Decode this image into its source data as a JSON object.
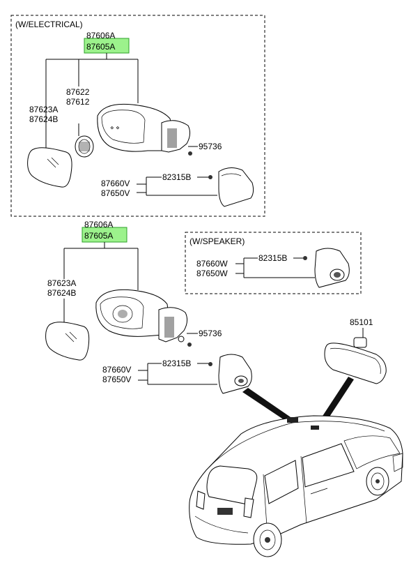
{
  "sections": {
    "electrical": {
      "title": "(W/ELECTRICAL)",
      "assembly_top": "87606A",
      "assembly_main": "87605A",
      "glass_a": "87623A",
      "glass_b": "87624B",
      "actuator_a": "87622",
      "actuator_b": "87612",
      "screw": "95736",
      "cover_a": "87660V",
      "cover_b": "87650V",
      "cover_bolt": "82315B"
    },
    "standard": {
      "assembly_top": "87606A",
      "assembly_main": "87605A",
      "glass_a": "87623A",
      "glass_b": "87624B",
      "screw": "95736",
      "cover_a": "87660V",
      "cover_b": "87650V",
      "cover_bolt": "82315B"
    },
    "speaker": {
      "title": "(W/SPEAKER)",
      "cover_a": "87660W",
      "cover_b": "87650W",
      "cover_bolt": "82315B"
    },
    "inside_mirror": {
      "part": "85101"
    }
  },
  "colors": {
    "highlight_fill": "#9cf28c",
    "highlight_border": "#2ea02a",
    "line": "#000000"
  }
}
